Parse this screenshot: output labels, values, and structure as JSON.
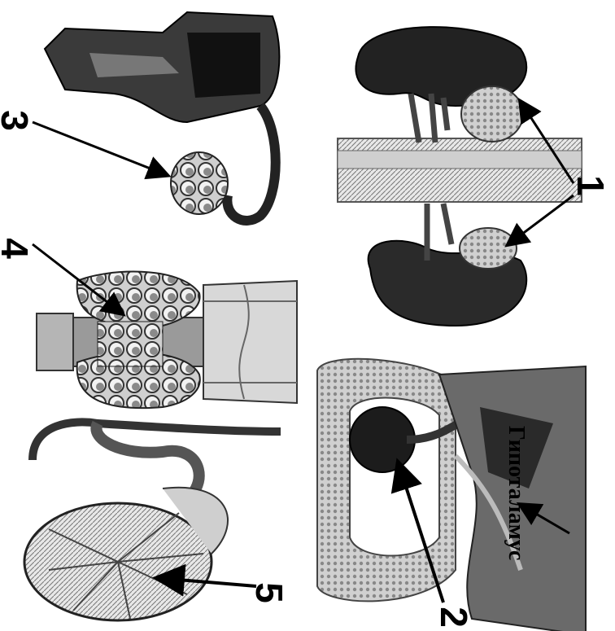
{
  "labels": {
    "n1": "1",
    "n2": "2",
    "n3": "3",
    "n4": "4",
    "n5": "5",
    "hypothalamus": "Гипоталамус"
  },
  "colors": {
    "ink": "#000000",
    "dark_tissue": "#1a1a1a",
    "mid_tissue": "#555555",
    "light_tissue": "#bdbdbd",
    "paper": "#ffffff"
  },
  "icons": [
    "adrenal-gland-icon",
    "pituitary-gland-icon",
    "ovary-icon",
    "thyroid-gland-icon",
    "testis-icon"
  ]
}
